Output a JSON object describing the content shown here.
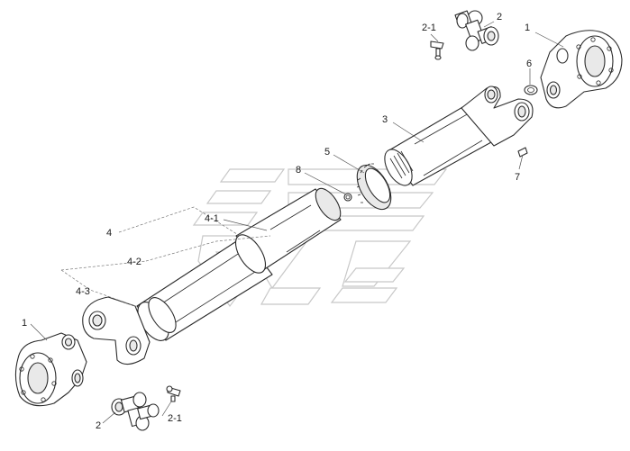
{
  "callouts": {
    "c1_top": "1",
    "c2_top": "2",
    "c21_top": "2-1",
    "c6": "6",
    "c3": "3",
    "c7": "7",
    "c5": "5",
    "c8": "8",
    "c41": "4-1",
    "c4": "4",
    "c42": "4-2",
    "c43": "4-3",
    "c1_bottom": "1",
    "c2_bottom": "2",
    "c21_bottom": "2-1"
  },
  "colors": {
    "line": "#2b2b2b",
    "watermark": "#c8c8c8",
    "background": "#ffffff"
  }
}
